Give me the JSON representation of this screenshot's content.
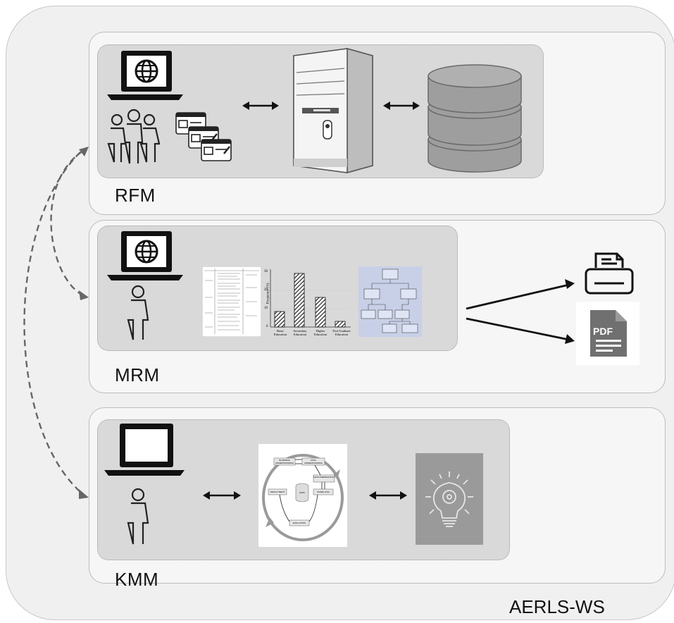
{
  "system_label": "AERLS-WS",
  "modules": {
    "rfm": {
      "label": "RFM"
    },
    "mrm": {
      "label": "MRM"
    },
    "kmm": {
      "label": "KMM"
    }
  },
  "mrm_thumbs": {
    "bar_chart": {
      "ylabel": "Frequency (%)",
      "yticks": [
        "30",
        "20",
        "10",
        "0"
      ],
      "categories": [
        "Basic Education",
        "Secondary Education",
        "Higher Education",
        "Post Graduate Education"
      ]
    },
    "pdf_icon_text": "PDF"
  },
  "kmm_cycle": {
    "steps": [
      "BUSINESS UNDERSTANDING",
      "DATA UNDERSTANDING",
      "DATA PREPARATION",
      "MODELLING",
      "EVALUATION",
      "DEPLOYMENT"
    ],
    "center": "DATA"
  }
}
